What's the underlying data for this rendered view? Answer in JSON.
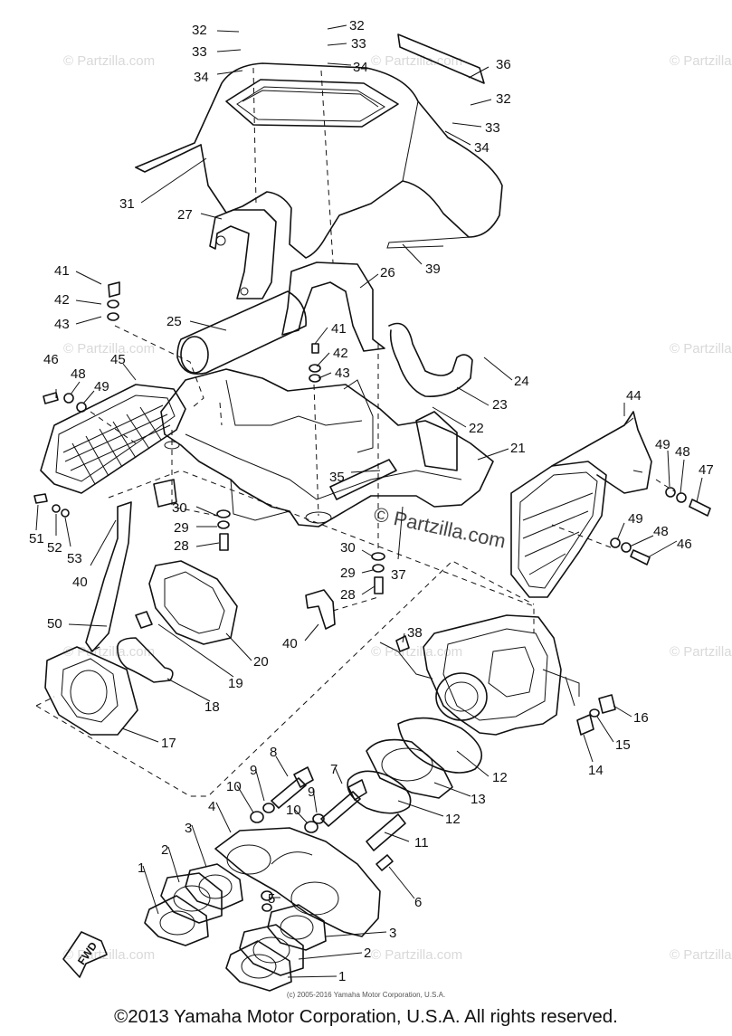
{
  "footer": {
    "copyright": "©2013 Yamaha Motor Corporation, U.S.A. All rights reserved.",
    "small_copyright": "(c) 2005-2016 Yamaha Motor Corporation, U.S.A."
  },
  "watermark": {
    "site": "© Partzilla.com",
    "center_mark": "© Partzilla.com"
  },
  "fwd_label": "FWD",
  "callouts": {
    "c32a": "32",
    "c33a": "33",
    "c34a": "34",
    "c32b": "32",
    "c33b": "33",
    "c34b": "34",
    "c36": "36",
    "c32c": "32",
    "c33c": "33",
    "c34c": "34",
    "c31": "31",
    "c27": "27",
    "c39": "39",
    "c26": "26",
    "c41a": "41",
    "c42a": "42",
    "c43a": "43",
    "c25": "25",
    "c41b": "41",
    "c42b": "42",
    "c43b": "43",
    "c24": "24",
    "c46a": "46",
    "c48a": "48",
    "c49a": "49",
    "c45": "45",
    "c23": "23",
    "c22": "22",
    "c44": "44",
    "c21": "21",
    "c49b": "49",
    "c48b": "48",
    "c47": "47",
    "c35": "35",
    "c51": "51",
    "c52": "52",
    "c53": "53",
    "c30a": "30",
    "c29a": "29",
    "c28a": "28",
    "c49c": "49",
    "c48c": "48",
    "c46b": "46",
    "c40a": "40",
    "c30b": "30",
    "c29b": "29",
    "c37": "37",
    "c28b": "28",
    "c50": "50",
    "c40b": "40",
    "c38": "38",
    "c20": "20",
    "c19": "19",
    "c18": "18",
    "c17": "17",
    "c16": "16",
    "c15": "15",
    "c14": "14",
    "c8": "8",
    "c7": "7",
    "c9a": "9",
    "c9b": "9",
    "c10a": "10",
    "c10b": "10",
    "c12a": "12",
    "c13": "13",
    "c12b": "12",
    "c11": "11",
    "c4": "4",
    "c3a": "3",
    "c2a": "2",
    "c1a": "1",
    "c5": "5",
    "c6": "6",
    "c3b": "3",
    "c2b": "2",
    "c1b": "1"
  }
}
